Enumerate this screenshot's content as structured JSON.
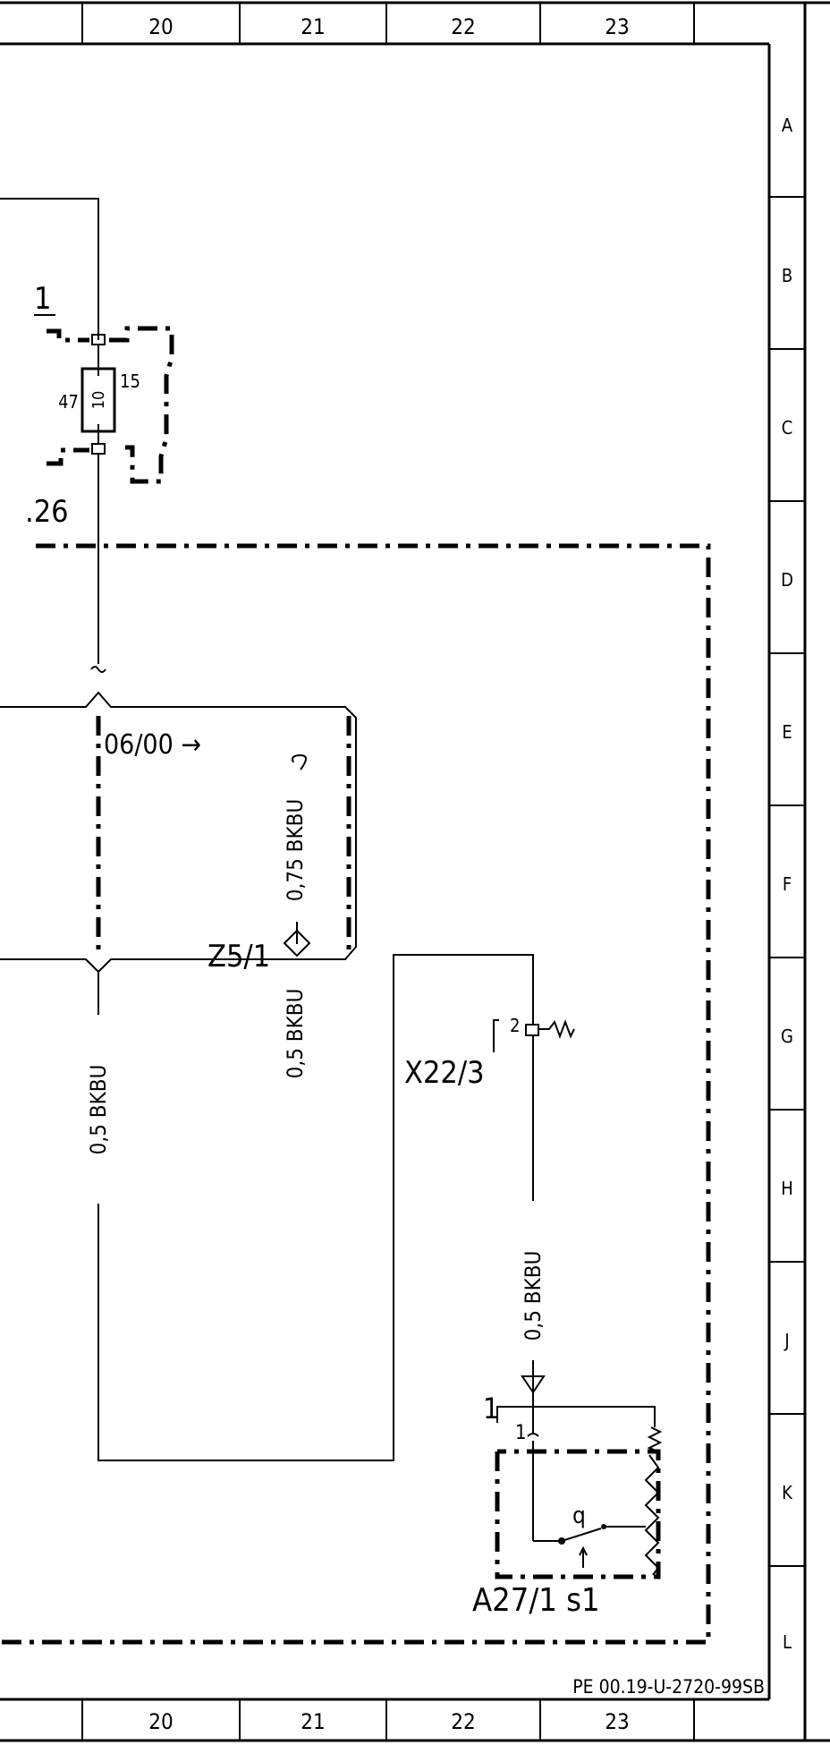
{
  "sheet": {
    "columns_top": [
      "20",
      "21",
      "22",
      "23"
    ],
    "columns_bottom": [
      "20",
      "21",
      "22",
      "23"
    ],
    "rows": [
      "A",
      "B",
      "C",
      "D",
      "E",
      "F",
      "G",
      "H",
      "J",
      "K",
      "L"
    ],
    "drawing_number": "PE 00.19-U-2720-99SB"
  },
  "labels": {
    "conn_1_top": "1",
    "fuse_terminal_47": "47",
    "fuse_number": "10",
    "fuse_terminal_15": "15",
    "conn_26": ".26",
    "date_marker": "06/00 →",
    "wire_075": "0,75 BKBU",
    "splice": "Z5/1",
    "wire_05_inner": "0,5 BKBU",
    "wire_05_left": "0,5 BKBU",
    "wire_05_right": "0,5 BKBU",
    "connector_x22": "X22/3",
    "x22_pin": "2",
    "a27_pin_outer": "1",
    "a27_pin_inner": "1",
    "switch_letter": "q",
    "component_a27": "A27/1 s1"
  }
}
